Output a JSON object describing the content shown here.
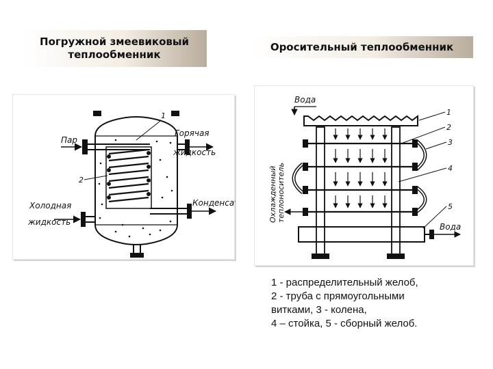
{
  "titles": {
    "left_line1": "Погружной змеевиковый",
    "left_line2": "теплообменник",
    "right": "Оросительный теплообменник"
  },
  "left_diagram": {
    "steam": "Пар",
    "hot_line1": "Горячая",
    "hot_line2": "жидкость",
    "cold_line1": "Холодная",
    "cold_line2": "жидкость",
    "condensate": "Конденсат",
    "callout_1": "1",
    "callout_2": "2"
  },
  "right_diagram": {
    "water_in": "Вода",
    "water_out": "Вода",
    "cooled_line1": "Охлажденный",
    "cooled_line2": "теплоноситель",
    "callout_1": "1",
    "callout_2": "2",
    "callout_3": "3",
    "callout_4": "4",
    "callout_5": "5"
  },
  "legend": {
    "line1": "1 -  распределительный  желоб,",
    "line2": "2 - труба  с прямоугольными",
    "line3": "витками, 3 - колена,",
    "line4": "4 – стойка, 5 - сборный желоб."
  }
}
